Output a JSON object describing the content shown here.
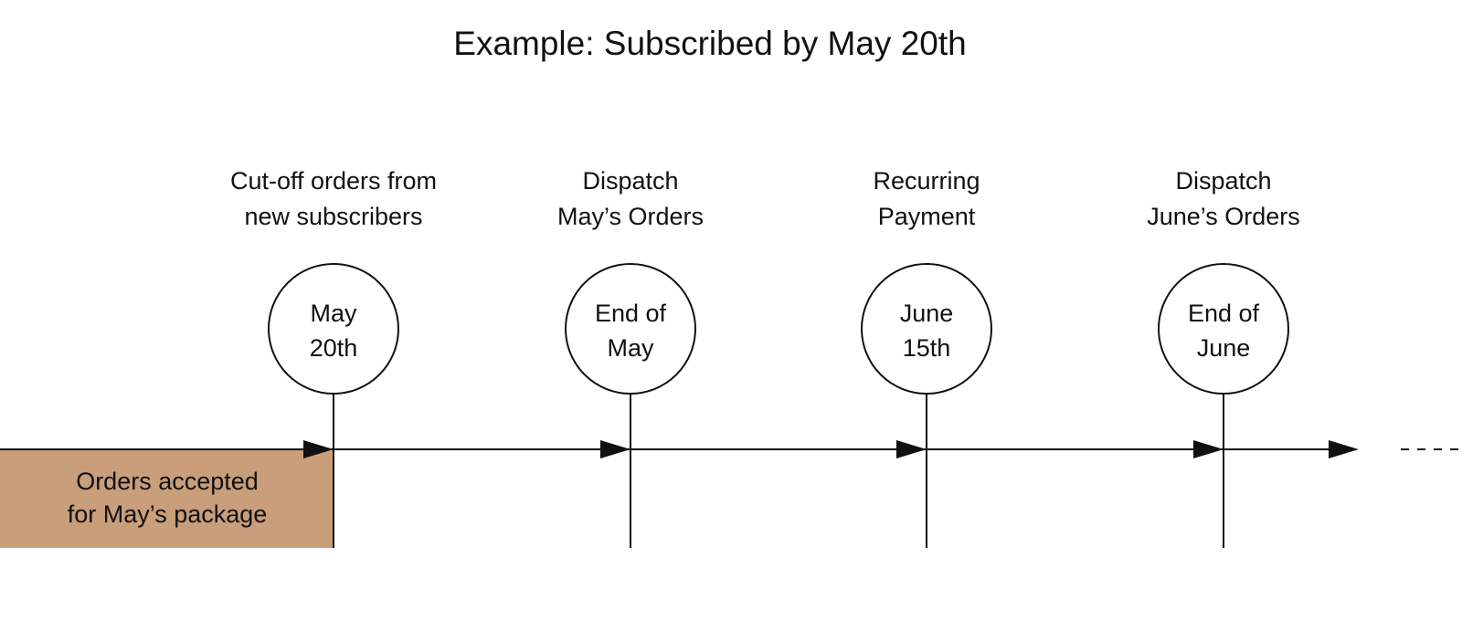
{
  "title": "Example: Subscribed  by May 20th",
  "box": {
    "lines": [
      "Orders accepted",
      "for May’s package"
    ],
    "color": "#c99e7a"
  },
  "milestones": [
    {
      "label": [
        "Cut-off orders from",
        "new subscribers"
      ],
      "date": [
        "May",
        "20th"
      ]
    },
    {
      "label": [
        "Dispatch",
        "May’s Orders"
      ],
      "date": [
        "End of",
        "May"
      ]
    },
    {
      "label": [
        "Recurring",
        "Payment"
      ],
      "date": [
        "June",
        "15th"
      ]
    },
    {
      "label": [
        "Dispatch",
        "June’s Orders"
      ],
      "date": [
        "End of",
        "June"
      ]
    }
  ]
}
